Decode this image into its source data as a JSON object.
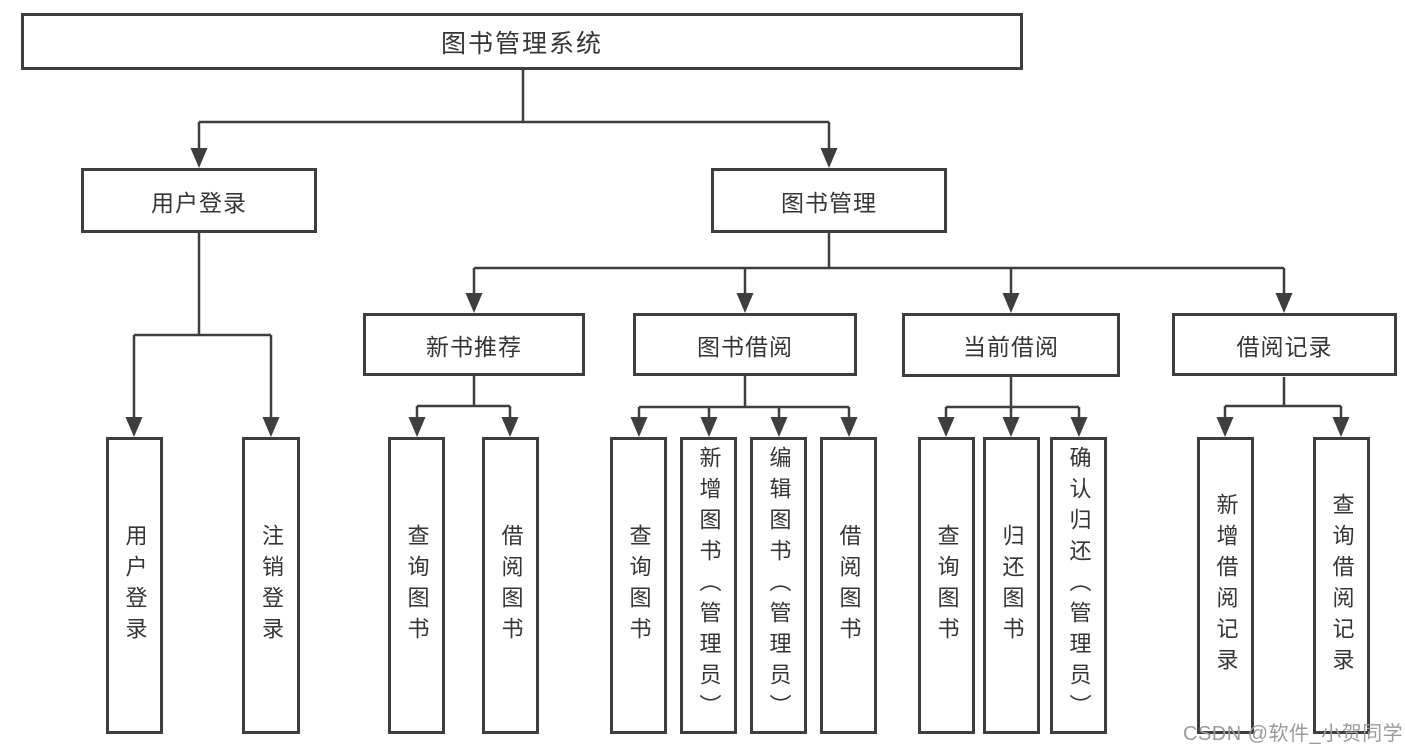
{
  "colors": {
    "background": "#ffffff",
    "line": "#3e3e3e",
    "border": "#3e3e3e",
    "text": "#353535",
    "watermark_text": "#9b9b9b"
  },
  "diagram": {
    "title": "图书管理系统",
    "branches": [
      {
        "label": "用户登录",
        "children": [
          {
            "label": "用户登录"
          },
          {
            "label": "注销登录"
          }
        ]
      },
      {
        "label": "图书管理",
        "children": [
          {
            "label": "新书推荐",
            "children": [
              {
                "label": "查询图书"
              },
              {
                "label": "借阅图书"
              }
            ]
          },
          {
            "label": "图书借阅",
            "children": [
              {
                "label": "查询图书"
              },
              {
                "label": "新增图书（管理员）"
              },
              {
                "label": "编辑图书（管理员）"
              },
              {
                "label": "借阅图书"
              }
            ]
          },
          {
            "label": "当前借阅",
            "children": [
              {
                "label": "查询图书"
              },
              {
                "label": "归还图书"
              },
              {
                "label": "确认归还（管理员）"
              }
            ]
          },
          {
            "label": "借阅记录",
            "children": [
              {
                "label": "新增借阅记录"
              },
              {
                "label": "查询借阅记录"
              }
            ]
          }
        ]
      }
    ],
    "watermark": "CSDN @软件_小贺同学"
  }
}
